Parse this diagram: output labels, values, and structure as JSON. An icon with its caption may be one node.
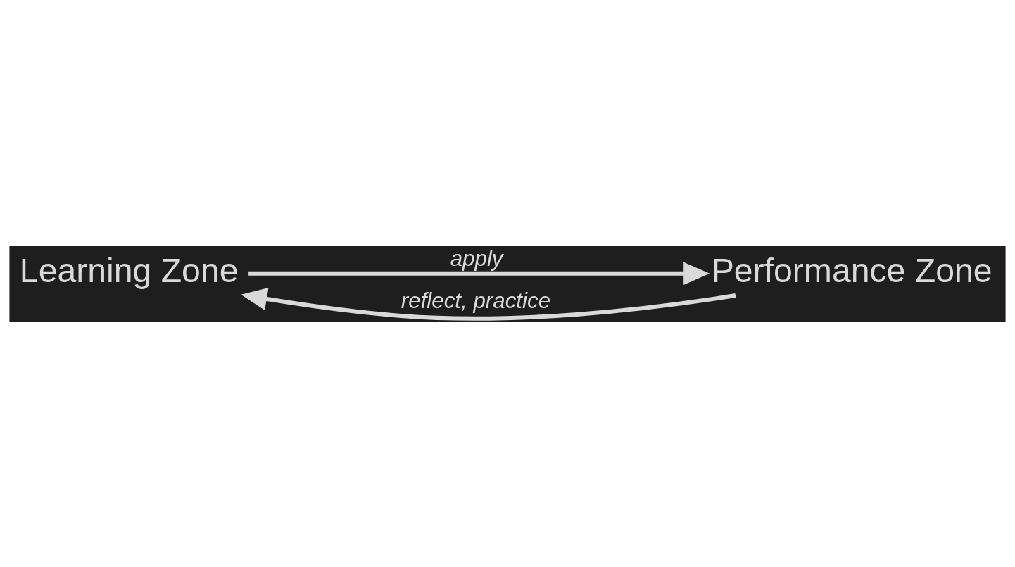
{
  "diagram": {
    "nodes": [
      {
        "text": [
          "Learning Zone"
        ]
      },
      {
        "text": [
          "Performance Zone"
        ]
      }
    ],
    "edges": [
      {
        "from": 0,
        "to": 1,
        "arrow": "to",
        "label": "apply"
      },
      {
        "from": 1,
        "to": 0,
        "arrow": "to",
        "label": "reflect, practice"
      }
    ]
  }
}
